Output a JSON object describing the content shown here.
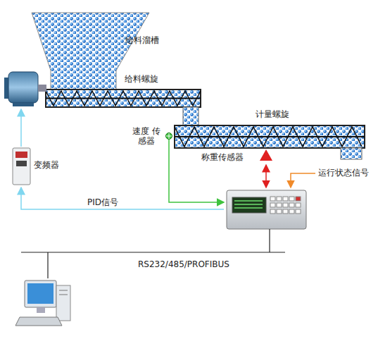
{
  "diagram": {
    "nodes": [
      {
        "text": [
          "给料溜槽"
        ]
      },
      {
        "text": [
          "给料螺旋"
        ]
      },
      {
        "text": [
          "计量螺旋"
        ]
      },
      {
        "text": [
          "变频器"
        ]
      }
    ],
    "labels": [
      "速度 传感器",
      "称重传感器",
      "运行状态信号",
      "PID信号",
      "RS232/485/PROFIBUS"
    ]
  }
}
